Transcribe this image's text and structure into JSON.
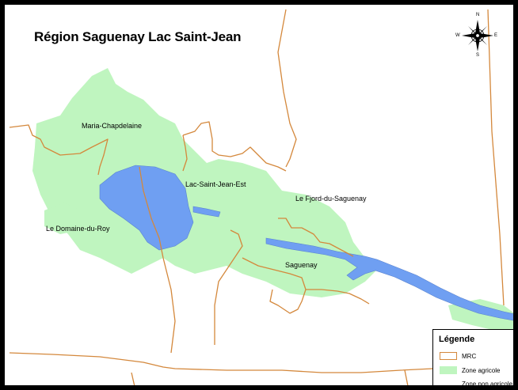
{
  "map": {
    "title": "Région Saguenay Lac Saint-Jean",
    "colors": {
      "water": "#6f9ff2",
      "agricultural": "#bff5bf",
      "mrc_border": "#d4883c",
      "frame": "#000000"
    },
    "regions": [
      {
        "id": "maria-chapdelaine",
        "label": "Maria-Chapdelaine"
      },
      {
        "id": "lac-saint-jean-est",
        "label": "Lac-Saint-Jean-Est"
      },
      {
        "id": "le-fjord-du-saguenay",
        "label": "Le Fjord-du-Saguenay"
      },
      {
        "id": "le-domaine-du-roy",
        "label": "Le Domaine-du-Roy"
      },
      {
        "id": "saguenay",
        "label": "Saguenay"
      }
    ],
    "compass": {
      "north": "N",
      "south": "S",
      "east": "E",
      "west": "W",
      "icon": "compass-rose-icon"
    }
  },
  "legend": {
    "title": "Légende",
    "items": [
      {
        "label": "MRC",
        "swatch": "outline"
      },
      {
        "label": "Zone agricole",
        "swatch": "fill"
      },
      {
        "label": "Zone non agricole",
        "swatch": "none"
      }
    ]
  }
}
